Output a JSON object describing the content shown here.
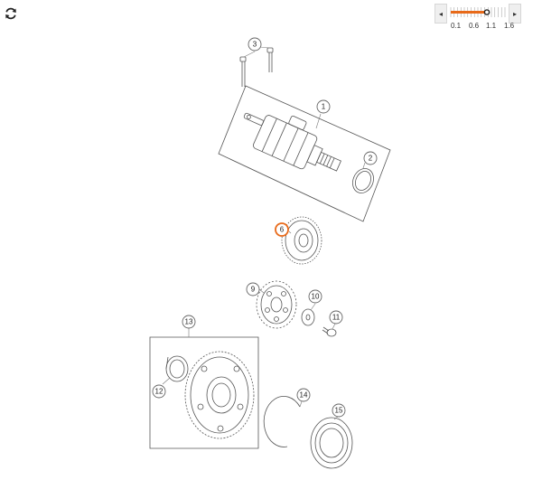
{
  "toolbar": {
    "refresh_icon": "refresh-icon",
    "zoom": {
      "left_arrow": "◂",
      "right_arrow": "▸",
      "ticks": [
        "0.1",
        "0.6",
        "1.1",
        "1.6"
      ],
      "value": 1.1,
      "min": 0.1,
      "max": 1.6,
      "fill_color": "#e86a1a"
    }
  },
  "diagram": {
    "highlight_color": "#e86a1a",
    "callouts": [
      {
        "label": "1",
        "active": false
      },
      {
        "label": "2",
        "active": false
      },
      {
        "label": "3",
        "active": false
      },
      {
        "label": "6",
        "active": true
      },
      {
        "label": "9",
        "active": false
      },
      {
        "label": "10",
        "active": false
      },
      {
        "label": "11",
        "active": false
      },
      {
        "label": "12",
        "active": false
      },
      {
        "label": "13",
        "active": false
      },
      {
        "label": "14",
        "active": false
      },
      {
        "label": "15",
        "active": false
      }
    ]
  }
}
